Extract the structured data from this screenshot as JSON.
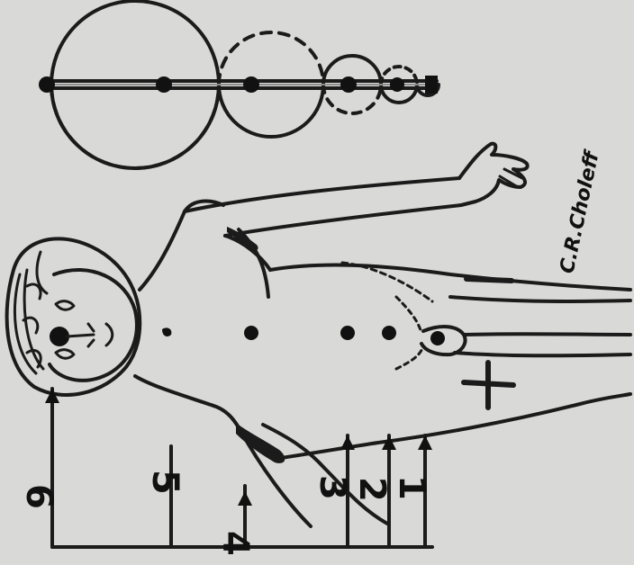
{
  "diagram": {
    "level_labels": [
      "6",
      "5",
      "4",
      "3",
      "2",
      "1"
    ],
    "polarity": {
      "plus": "+",
      "minus": "−"
    },
    "signature": "C.R.Choleff",
    "colors": {
      "paper": "#d9d9d7",
      "ink": "#1b1b1b"
    }
  }
}
